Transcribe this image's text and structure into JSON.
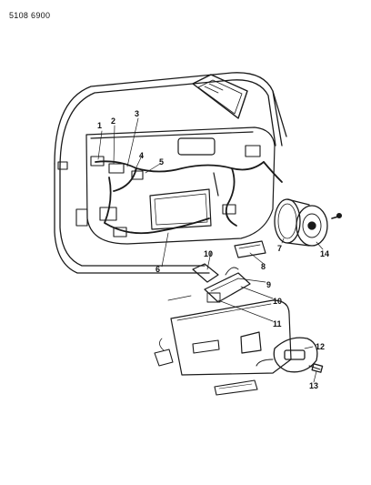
{
  "document": {
    "id": "5108 6900"
  },
  "callouts": {
    "c1": "1",
    "c2": "2",
    "c3": "3",
    "c4": "4",
    "c5": "5",
    "c6": "6",
    "c7": "7",
    "c8": "8",
    "c9": "9",
    "c10a": "10",
    "c10b": "10",
    "c11": "11",
    "c12": "12",
    "c13": "13",
    "c14": "14"
  }
}
